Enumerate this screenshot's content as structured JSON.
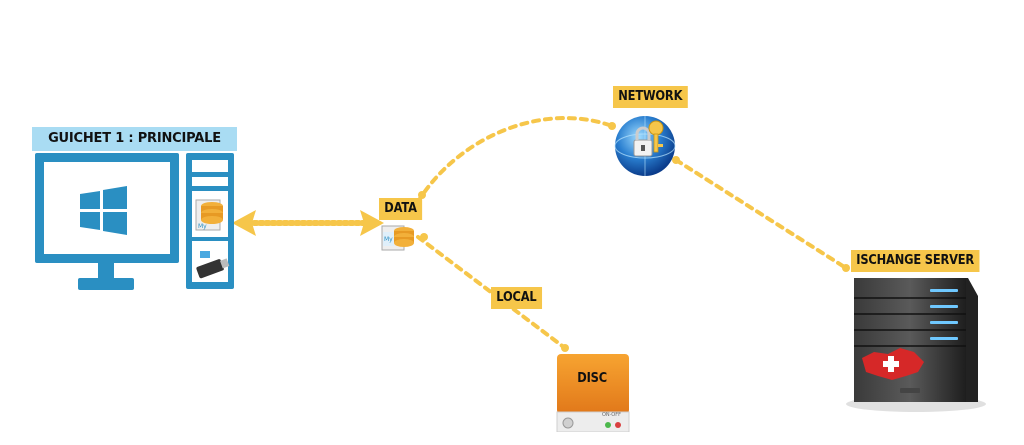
{
  "workstation": {
    "title": "GUICHET 1 : PRINCIPALE"
  },
  "nodes": {
    "data": "DATA",
    "network": "NETWORK",
    "local": "LOCAL",
    "disc": "DISC",
    "server": "ISCHANGE SERVER"
  },
  "disc_switch": "ON·OFF",
  "colors": {
    "accent_blue": "#2a8fc2",
    "label_yellow": "#f6c64a",
    "title_bar": "#a9dcf3",
    "connector": "#f6c64a"
  },
  "icons": [
    "windows-logo-icon",
    "database-icon",
    "usb-key-icon",
    "network-lock-icon",
    "disc-drive-icon",
    "server-icon",
    "swiss-map-icon"
  ]
}
